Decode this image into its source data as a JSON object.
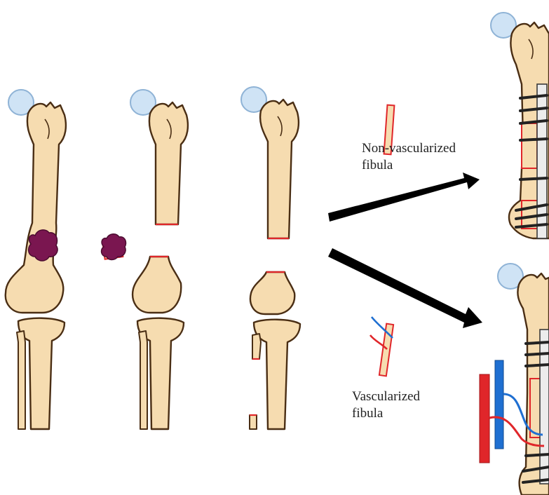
{
  "labels": {
    "non_vascularized": [
      "Non-vascularized",
      "fibula"
    ],
    "vascularized": [
      "Vascularized",
      "fibula"
    ]
  },
  "colors": {
    "bone": "#f6dcb0",
    "bone_outline": "#4a2e14",
    "cut_line": "#e0262a",
    "femoral_head": "#cfe3f5",
    "tumor": "#7a1650",
    "artery": "#e0262a",
    "vein": "#1f6fd1",
    "arrow": "#000000"
  }
}
